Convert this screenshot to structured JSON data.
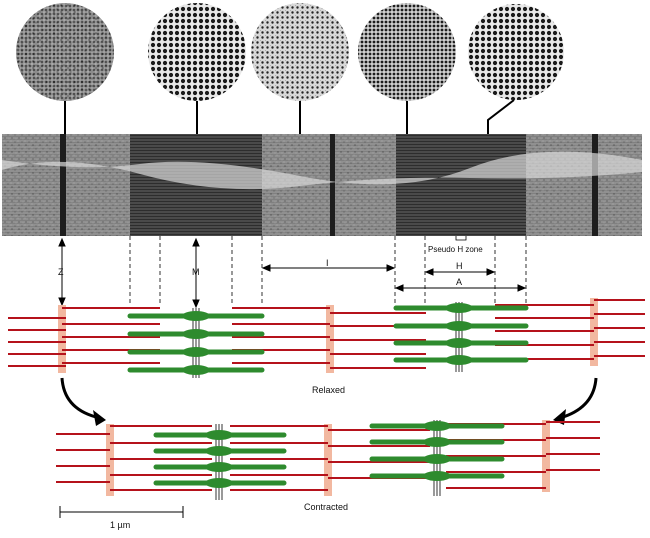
{
  "labels": {
    "z": "Z",
    "m": "M",
    "i": "I",
    "h": "H",
    "a": "A",
    "pseudo_h": "Pseudo H zone",
    "relaxed": "Relaxed",
    "contracted": "Contracted",
    "scale": "1 µm"
  },
  "colors": {
    "actin": "#b5121b",
    "myosin": "#2e8b2e",
    "z_disc": "#f2b8a0",
    "em_dark": "#3a3a3a",
    "em_light": "#9a9a9a"
  }
}
